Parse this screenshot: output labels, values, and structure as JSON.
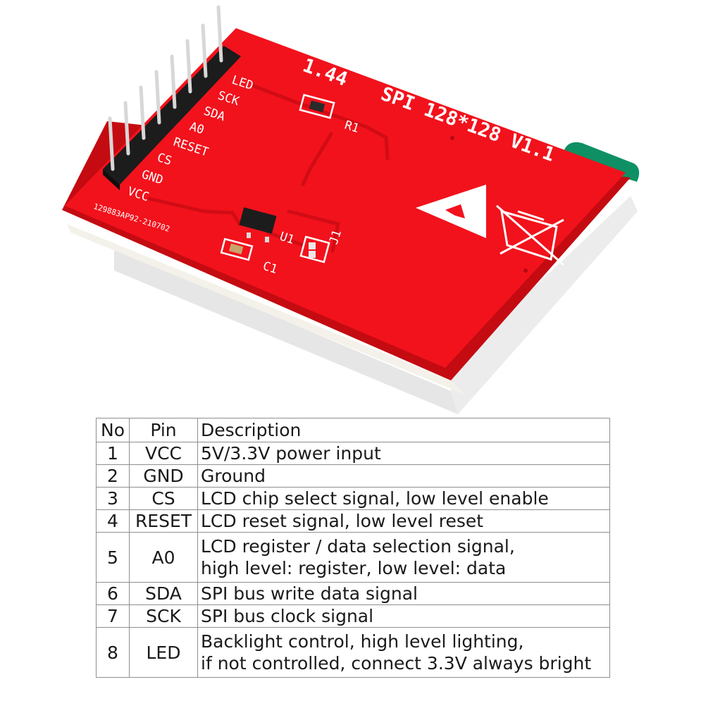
{
  "board": {
    "title_size": "1.44",
    "title_spec": "SPI 128*128 V1.1",
    "pin_labels": [
      "LED",
      "SCK",
      "SDA",
      "A0",
      "RESET",
      "CS",
      "GND",
      "VCC"
    ],
    "component_labels": {
      "r1": "R1",
      "u1": "U1",
      "c1": "C1",
      "j1": "J1"
    },
    "serial": "129883AP92-210702",
    "colors": {
      "pcb": "#f2121c",
      "pcb_edge": "#c50b12",
      "silkscreen": "#ffffff",
      "header": "#1c1c1c",
      "pin": "#c9c9c9",
      "flex_tab": "#0f8f64"
    }
  },
  "table": {
    "headers": {
      "no": "No",
      "pin": "Pin",
      "description": "Description"
    },
    "rows": [
      {
        "no": "1",
        "pin": "VCC",
        "desc": [
          "5V/3.3V power input"
        ]
      },
      {
        "no": "2",
        "pin": "GND",
        "desc": [
          "Ground"
        ]
      },
      {
        "no": "3",
        "pin": "CS",
        "desc": [
          "LCD chip select signal, low level enable"
        ]
      },
      {
        "no": "4",
        "pin": "RESET",
        "desc": [
          "LCD reset signal, low level reset"
        ]
      },
      {
        "no": "5",
        "pin": "A0",
        "desc": [
          "LCD register / data selection signal,",
          "high level: register, low level: data"
        ]
      },
      {
        "no": "6",
        "pin": "SDA",
        "desc": [
          "SPI bus write data signal"
        ]
      },
      {
        "no": "7",
        "pin": "SCK",
        "desc": [
          "SPI bus clock signal"
        ]
      },
      {
        "no": "8",
        "pin": "LED",
        "desc": [
          "Backlight control, high level lighting,",
          "if not controlled, connect 3.3V always bright"
        ]
      }
    ]
  }
}
